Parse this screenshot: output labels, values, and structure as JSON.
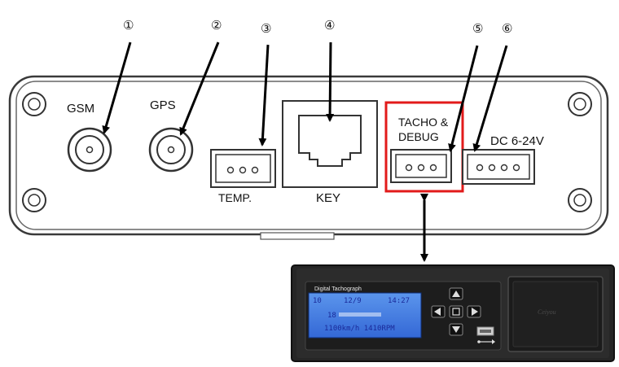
{
  "callouts": [
    {
      "id": "1",
      "symbol": "①"
    },
    {
      "id": "2",
      "symbol": "②"
    },
    {
      "id": "3",
      "symbol": "③"
    },
    {
      "id": "4",
      "symbol": "④"
    },
    {
      "id": "5",
      "symbol": "⑤"
    },
    {
      "id": "6",
      "symbol": "⑥"
    }
  ],
  "ports": {
    "gsm": "GSM",
    "gps": "GPS",
    "temp": "TEMP.",
    "key": "KEY",
    "tacho_line1": "TACHO &",
    "tacho_line2": "DEBUG",
    "dc": "DC 6-24V"
  },
  "tachograph": {
    "title": "Digital Tachograph",
    "lcd_line1a": "10",
    "lcd_line1b": "12/9",
    "lcd_line1c": "14:27",
    "lcd_line2": "18",
    "lcd_line3": "1100km/h 1410RPM",
    "brand": "Ceiyou"
  },
  "colors": {
    "highlight": "#e21a1a",
    "lcd": "#3f7fe0",
    "panel": "#ffffff",
    "device": "#232323"
  }
}
